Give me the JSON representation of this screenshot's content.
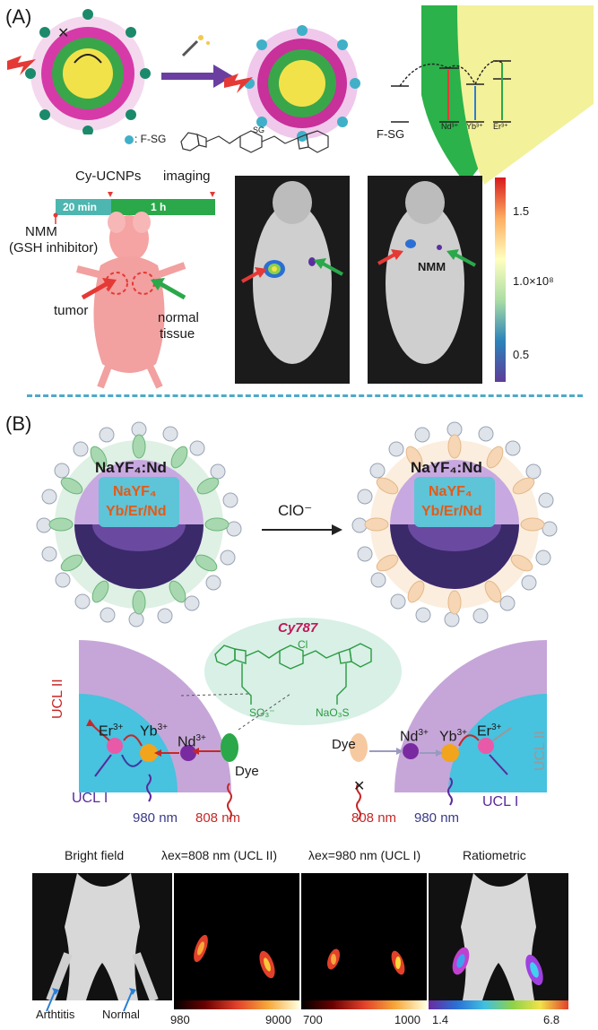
{
  "panel_a": {
    "label": "(A)",
    "legend_fsg": ": F-SG",
    "sg": "SG",
    "fsg_energy": "F-SG",
    "ion_nd": "Nd³⁺",
    "ion_yb": "Yb³⁺",
    "ion_er": "Er³⁺",
    "timeline": {
      "cy_ucnps": "Cy-UCNPs",
      "imaging": "imaging",
      "seg1": "20 min",
      "seg2": "1 h",
      "nmm": "NMM",
      "nmm_sub": "(GSH inhibitor)"
    },
    "tumor": "tumor",
    "normal1": "normal",
    "normal2": "tissue",
    "nmm_img": "NMM",
    "colorbar_ticks": [
      "1.5",
      "1.0×10⁸",
      "0.5"
    ],
    "colors": {
      "teal": "#4db6b0",
      "green": "#2aa84a",
      "red": "#e53935",
      "arrow": "#6a3fa0"
    }
  },
  "panel_b": {
    "label": "(B)",
    "core_shell": "NaYF₄:Nd",
    "core1": "NaYF₄",
    "core2": "Yb/Er/Nd",
    "arrow_label": "ClO⁻",
    "cy787": "Cy787",
    "cl": "Cl",
    "so3_left": "SO₃⁻",
    "so3_right": "NaO₃S",
    "ucl2_left": "UCL II",
    "ucl1_left": "UCL I",
    "er": "Er",
    "yb": "Yb",
    "nd": "Nd",
    "sup3": "3+",
    "dye": "Dye",
    "nm980": "980 nm",
    "nm808": "808 nm",
    "ucl2_right": "UCL II",
    "ucl1_right": "UCL I",
    "img_titles": [
      "Bright field",
      "λex=808 nm (UCL II)",
      "λex=980 nm (UCL I)",
      "Ratiometric"
    ],
    "arthritis": "Arthtitis",
    "normal": "Normal",
    "bar1": [
      "980",
      "9000"
    ],
    "bar2": [
      "700",
      "1000"
    ],
    "bar3": [
      "1.4",
      "6.8"
    ]
  }
}
